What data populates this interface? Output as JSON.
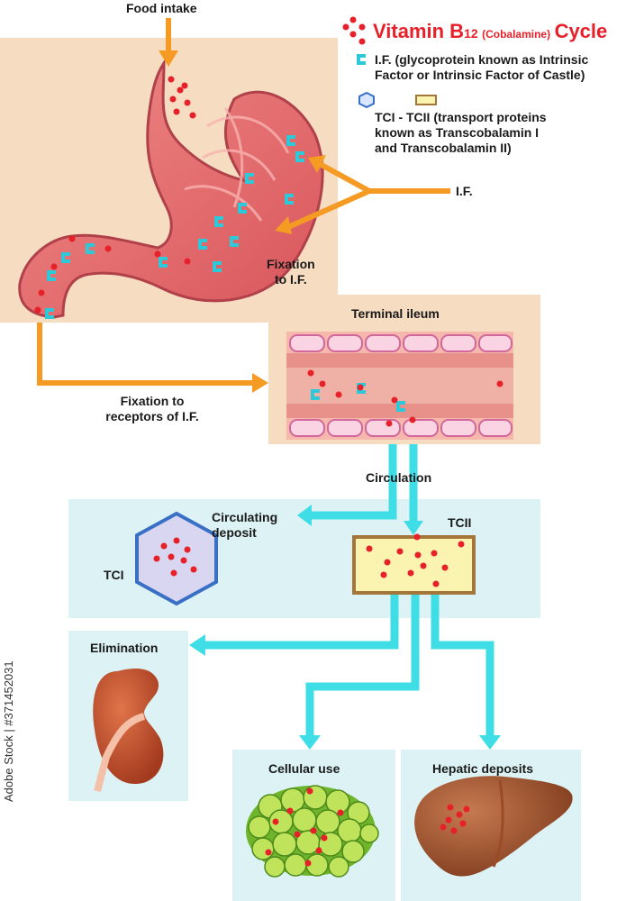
{
  "title": {
    "main": "Vitamin B",
    "sub12": "12",
    "paren": "(Cobalamine)",
    "end": "Cycle"
  },
  "legend": {
    "if_line1": "I.F. (glycoprotein known as Intrinsic",
    "if_line2": "Factor or Intrinsic Factor of Castle)",
    "tc_line1": "TCI - TCII (transport proteins",
    "tc_line2": "known as Transcobalamin I",
    "tc_line3": "and Transcobalamin II)"
  },
  "labels": {
    "food_intake": "Food intake",
    "if_arrow": "I.F.",
    "fixation_if_1": "Fixation",
    "fixation_if_2": "to I.F.",
    "terminal_ileum": "Terminal ileum",
    "fixation_receptors_1": "Fixation to",
    "fixation_receptors_2": "receptors of I.F.",
    "circulation": "Circulation",
    "circulating_deposit_1": "Circulating",
    "circulating_deposit_2": "deposit",
    "tci": "TCI",
    "tcii": "TCII",
    "elimination": "Elimination",
    "cellular_use": "Cellular use",
    "hepatic_deposits": "Hepatic deposits"
  },
  "watermark": "Adobe Stock | #371452031",
  "colors": {
    "arrow_orange": "#f59a23",
    "arrow_cyan": "#3fdde6",
    "vitamin_red": "#e8202a",
    "if_cyan": "#2ec9d8",
    "peach_panel": "#f6dcc1",
    "blue_panel": "#dcf2f4"
  }
}
